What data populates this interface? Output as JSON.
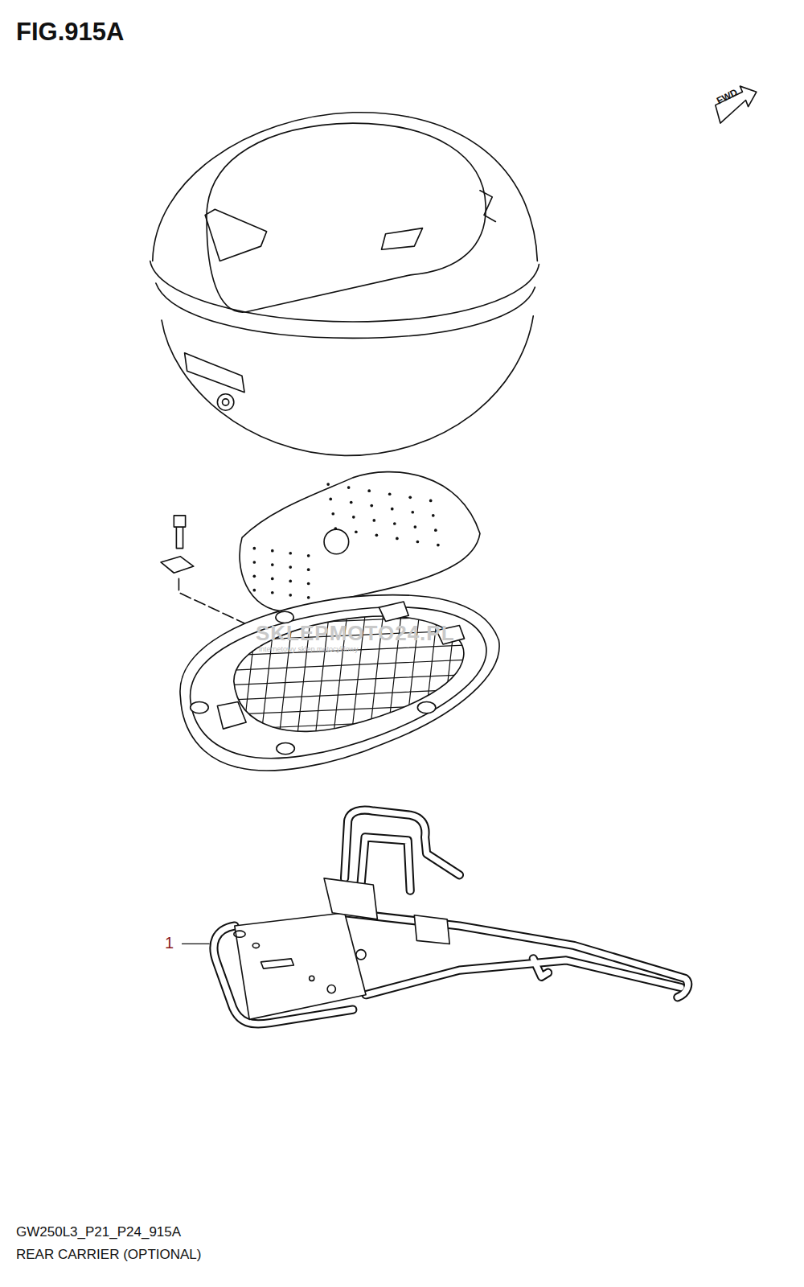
{
  "diagram": {
    "title": "FIG.915A",
    "caption": "REAR CARRIER (OPTIONAL)",
    "labels": [
      "FWD",
      "1",
      "SKLEPMOTO24.PL",
      "internetowy sklep motocyklowy",
      "GW250L3_P21_P24_915A"
    ]
  }
}
